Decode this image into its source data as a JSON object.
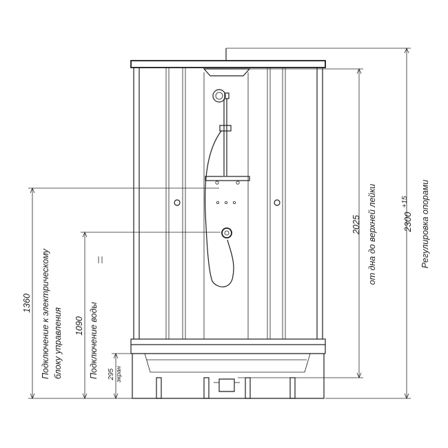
{
  "drawing": {
    "dimensions": [
      {
        "value": "1360",
        "label_1": "Подключение к электрическому",
        "label_2": "блоку управления"
      },
      {
        "value": "1090",
        "label_1": "Подключение воды"
      },
      {
        "value": "295",
        "label_1": "экран"
      },
      {
        "value": "2025",
        "label_1": "от дна до верхней лейки"
      },
      {
        "value": "2300",
        "sup": "+15",
        "label_1": "Регулировка опорами"
      }
    ],
    "colors": {
      "line": "#1a1a1a",
      "background": "#ffffff"
    }
  }
}
